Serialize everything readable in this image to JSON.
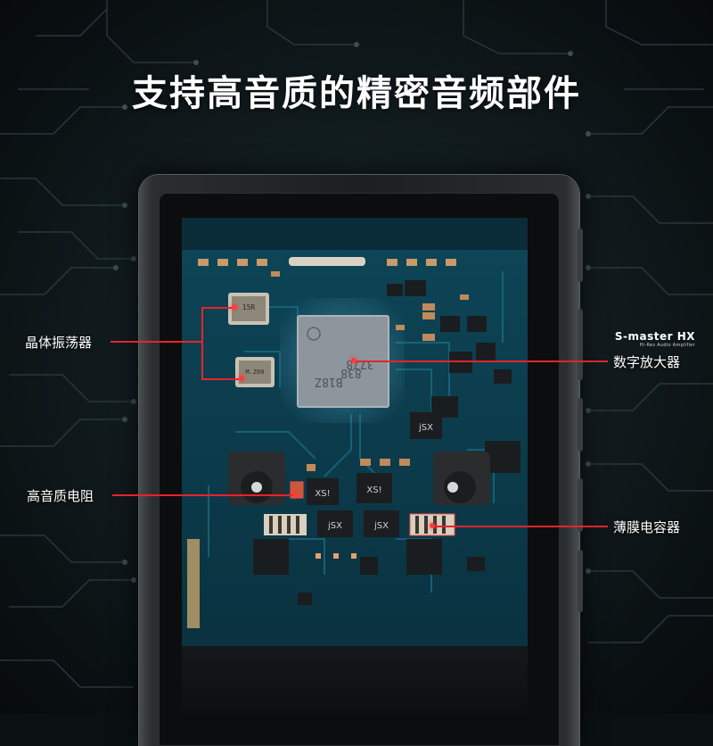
{
  "title": "支持高音质的精密音频部件",
  "callouts": {
    "crystal": "晶体振荡器",
    "resistor": "高音质电阻",
    "amplifier": "数字放大器",
    "capacitor": "薄膜电容器"
  },
  "smaster": {
    "name": "S-master HX",
    "tagline": "Hi-Res Audio Amplifier"
  },
  "chip_markings": {
    "main_chip": [
      "3778",
      "838",
      "B18Z"
    ],
    "crystal_top": "15R",
    "crystal_bottom": "M.Z60",
    "ic_labels": [
      "jSX",
      "XS!",
      "XS!",
      "jSX",
      "jSX"
    ]
  },
  "colors": {
    "callout_line": "#e8232a",
    "pcb": "#0a3a4a",
    "background": "#0b1113"
  }
}
